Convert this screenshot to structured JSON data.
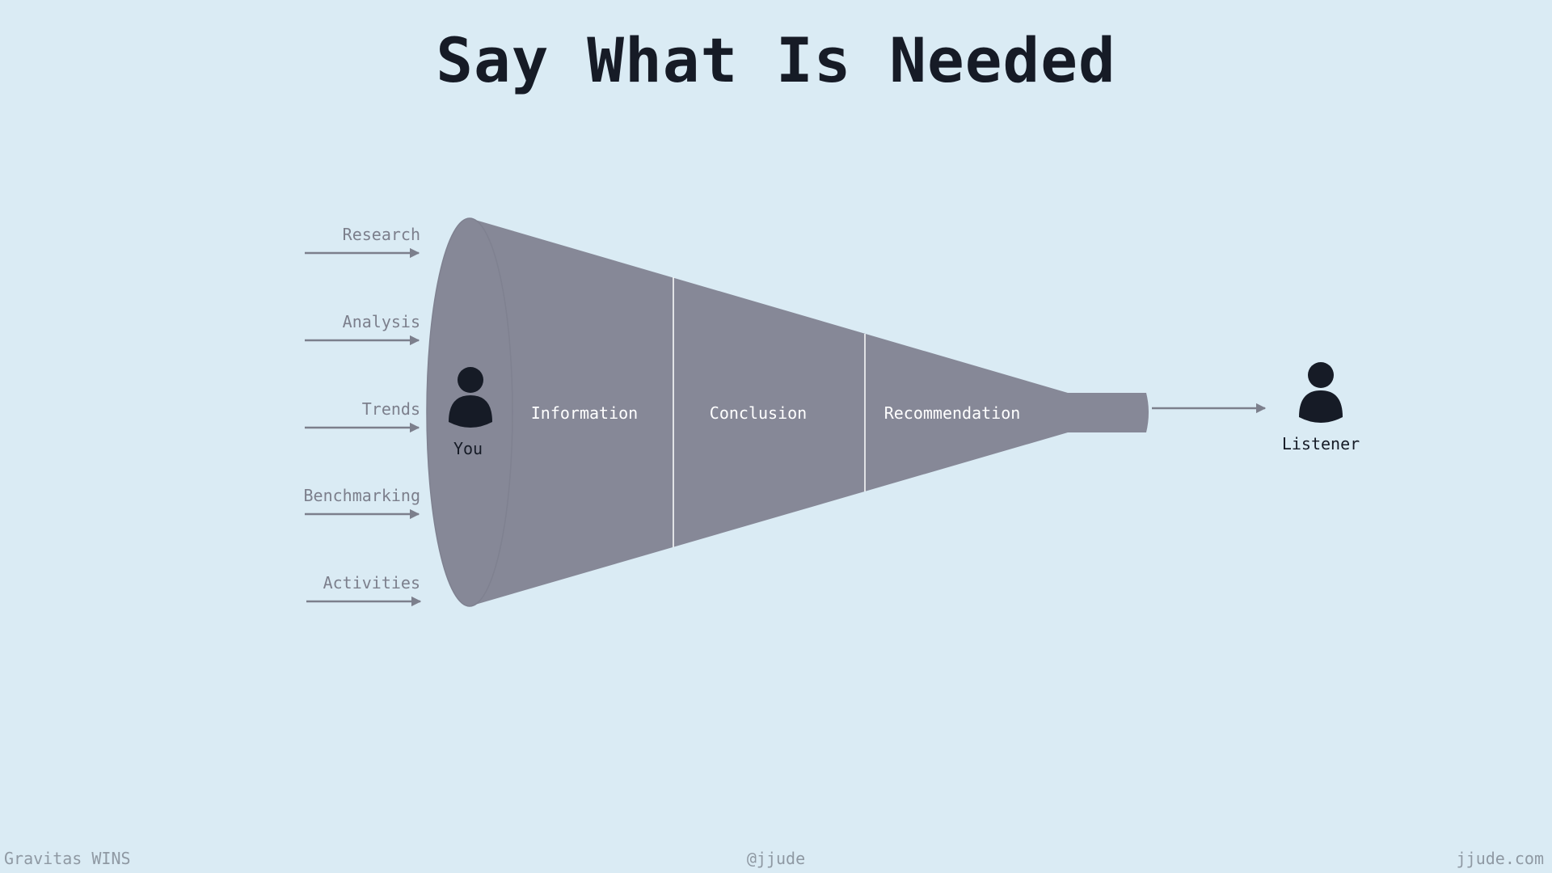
{
  "title": "Say What Is Needed",
  "inputs": [
    "Research",
    "Analysis",
    "Trends",
    "Benchmarking",
    "Activities"
  ],
  "stages": [
    "Information",
    "Conclusion",
    "Recommendation"
  ],
  "speaker": "You",
  "listener": "Listener",
  "footer": {
    "left": "Gravitas WINS",
    "center": "@jjude",
    "right": "jjude.com"
  },
  "colors": {
    "background": "#daebf4",
    "funnel": "#868897",
    "arrow": "#7c7f8c",
    "person": "#161b26",
    "title": "#161b26",
    "footer_text": "#8f99a3"
  },
  "icons": [
    "person-icon",
    "arrow-right-icon"
  ]
}
